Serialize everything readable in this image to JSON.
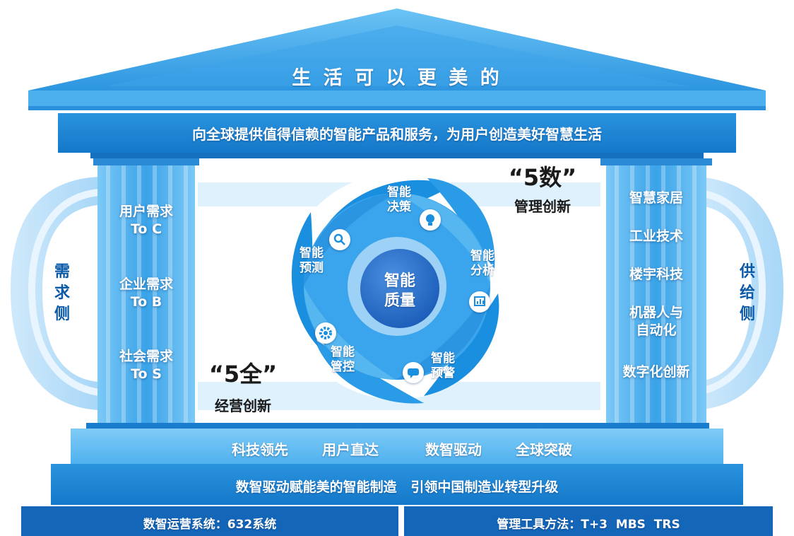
{
  "roof": {
    "title": "生 活 可 以 更 美 的"
  },
  "banner": {
    "mission": "向全球提供值得信赖的智能产品和服务，为用户创造美好智慧生活"
  },
  "left_pillar": {
    "items": [
      "用户需求\nTo C",
      "企业需求\nTo B",
      "社会需求\nTo S"
    ]
  },
  "right_pillar": {
    "items": [
      "智慧家居",
      "工业技术",
      "楼宇科技",
      "机器人与\n自动化",
      "数字化创新"
    ]
  },
  "demand_side": "需\n求\n侧",
  "supply_side": "供\n给\n侧",
  "five_shu": {
    "title": "“5数”",
    "subtitle": "管理创新"
  },
  "five_quan": {
    "title": "“5全”",
    "subtitle": "经营创新"
  },
  "wheel": {
    "center": "智能\n质量",
    "petals": [
      {
        "label": "智能\n决策",
        "icon": "lightbulb-icon"
      },
      {
        "label": "智能\n分析",
        "icon": "chart-board-icon"
      },
      {
        "label": "智能\n预警",
        "icon": "chat-bubble-icon"
      },
      {
        "label": "智能\n管控",
        "icon": "gear-icon"
      },
      {
        "label": "智能\n预测",
        "icon": "search-icon"
      }
    ]
  },
  "base": {
    "values": [
      "科技领先",
      "用户直达",
      "数智驱动",
      "全球突破"
    ],
    "slogan": "数智驱动赋能美的智能制造   引领中国制造业转型升级",
    "left_footer": "数智运营系统：632系统",
    "right_footer": "管理工具方法：T+3  MBS  TRS"
  },
  "colors": {
    "primary": "#1b86d8",
    "light": "#5fb9f2",
    "dark": "#0b5aa8",
    "text": "#1a1a1a"
  }
}
